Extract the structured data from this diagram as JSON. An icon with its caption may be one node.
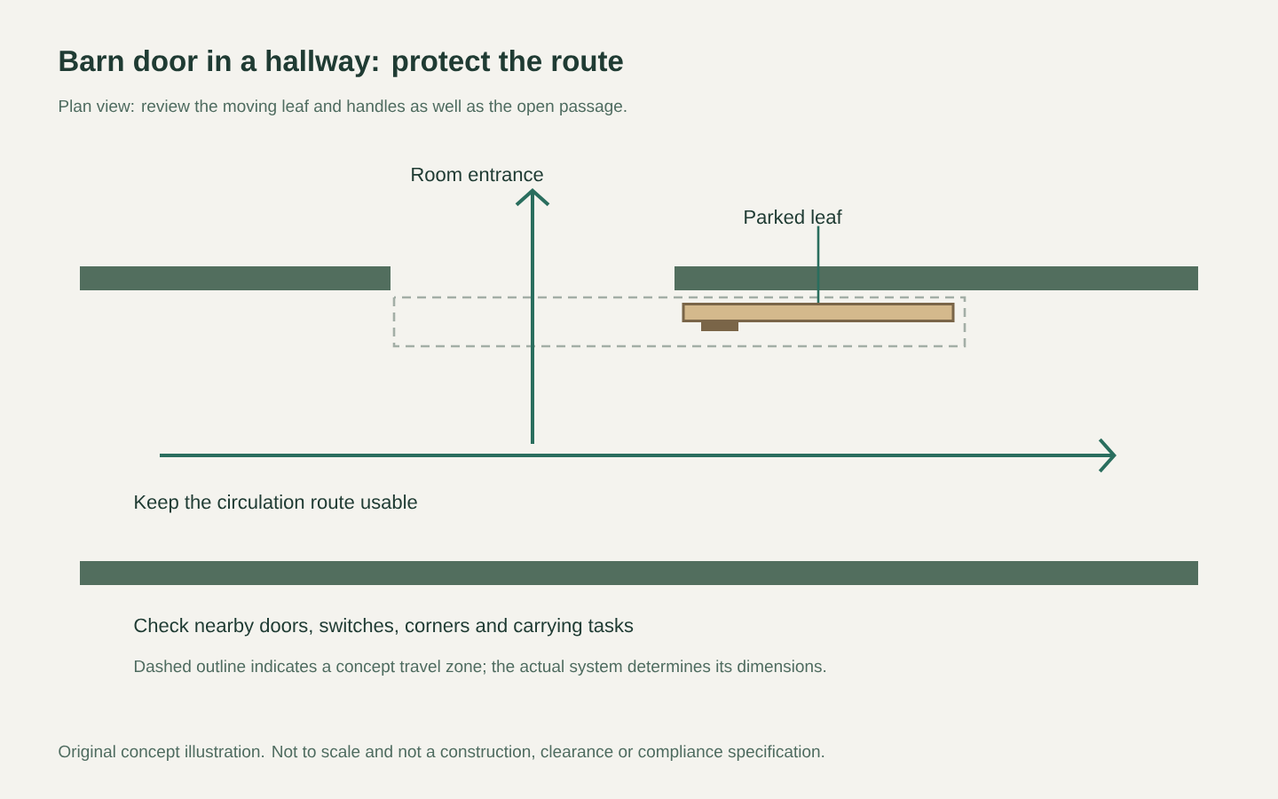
{
  "diagram": {
    "title": "Barn door in a hallway: protect the route",
    "nodes": [
      {
        "text": [
          "Parked leaf"
        ]
      },
      {
        "text": [],
        "shape": "box"
      }
    ],
    "edges": [
      {
        "from": 0,
        "to": 1,
        "arrow": "none"
      }
    ],
    "labels": [
      "Plan view: review the moving leaf and handles as well as the open passage.",
      "Room entrance",
      "Keep the circulation route usable",
      "Check nearby doors, switches, corners and carrying tasks",
      "Dashed outline indicates a concept travel zone; the actual system determines its dimensions.",
      "Original concept illustration. Not to scale and not a construction, clearance or compliance specification."
    ]
  }
}
